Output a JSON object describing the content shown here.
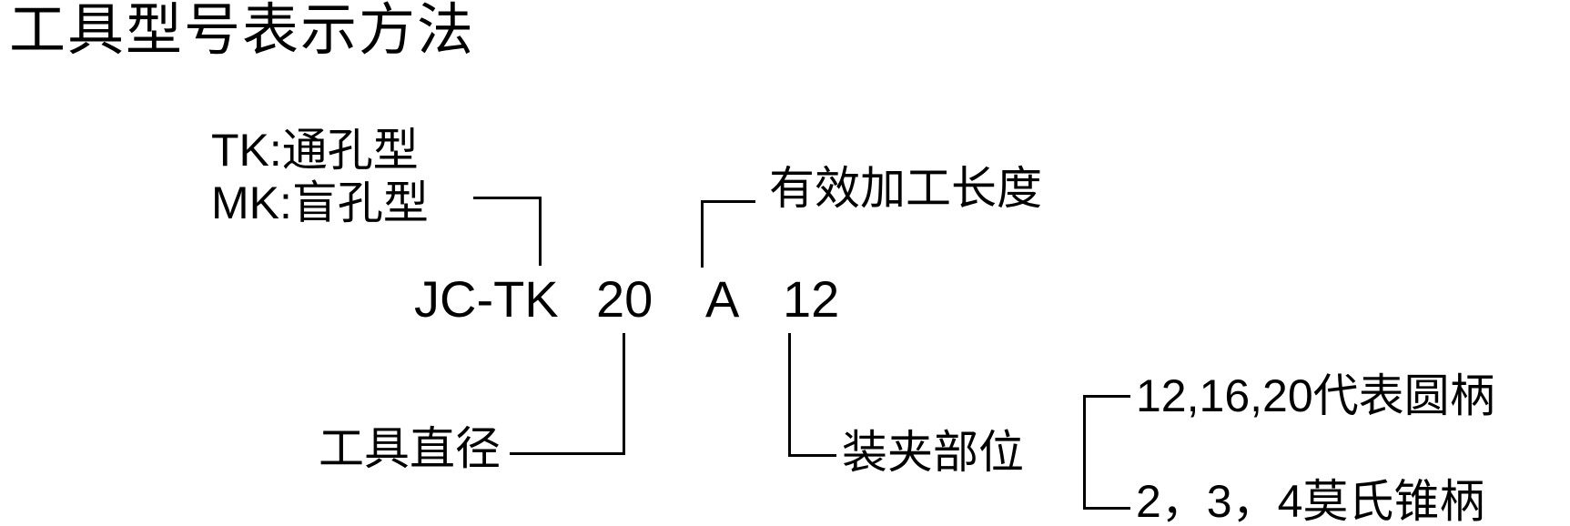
{
  "title": "工具型号表示方法",
  "diagram": {
    "tk_label": "TK:通孔型",
    "mk_label": "MK:盲孔型",
    "effective_length_label": "有效加工长度",
    "model_code": {
      "prefix": "JC-TK",
      "diameter": "20",
      "length_code": "A",
      "shank_code": "12"
    },
    "tool_diameter_label": "工具直径",
    "clamping_part_label": "装夹部位",
    "shank_options": {
      "round": "12,16,20代表圆柄",
      "morse": "2，3，4莫氏锥柄"
    }
  }
}
